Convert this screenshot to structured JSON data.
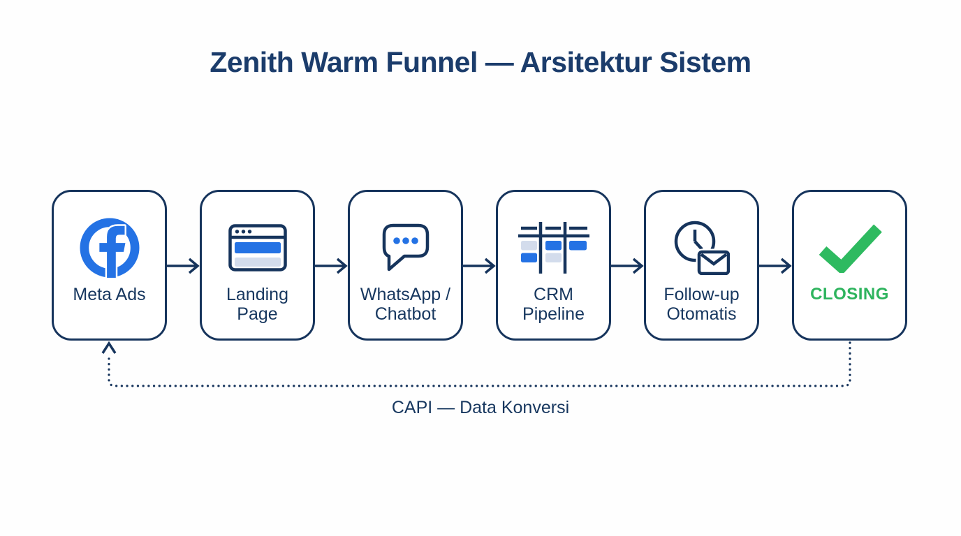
{
  "title": "Zenith Warm Funnel — Arsitektur Sistem",
  "colors": {
    "navy_border": "#16345c",
    "navy_text": "#17375f",
    "title_navy": "#1b3c6b",
    "accent_blue": "#2472e4",
    "light_blue_gray": "#d3dcec",
    "success_green": "#2eba60"
  },
  "flow": {
    "steps": [
      {
        "id": "meta-ads",
        "icon": "facebook-icon",
        "label_line1": "Meta Ads"
      },
      {
        "id": "landing-page",
        "icon": "browser-window-icon",
        "label_line1": "Landing",
        "label_line2": "Page"
      },
      {
        "id": "whatsapp",
        "icon": "chat-bubble-icon",
        "label_line1": "WhatsApp /",
        "label_line2": "Chatbot"
      },
      {
        "id": "crm-pipeline",
        "icon": "kanban-board-icon",
        "label_line1": "CRM",
        "label_line2": "Pipeline"
      },
      {
        "id": "follow-up",
        "icon": "clock-mail-icon",
        "label_line1": "Follow-up",
        "label_line2": "Otomatis"
      },
      {
        "id": "closing",
        "icon": "check-mark-icon",
        "label_line1": "CLOSING"
      }
    ]
  },
  "feedback_loop": {
    "label": "CAPI — Data Konversi"
  }
}
